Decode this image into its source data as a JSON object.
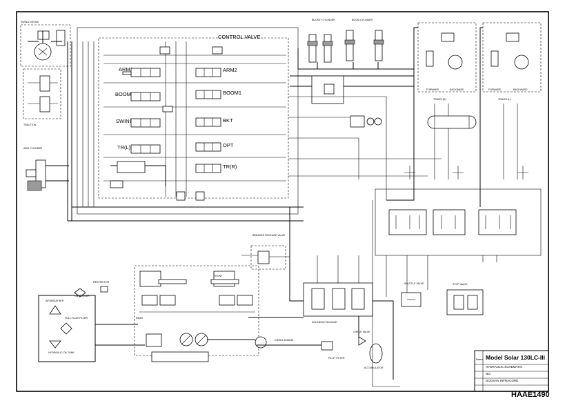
{
  "control_valve": {
    "title": "CONTROL VALVE",
    "sections": [
      "ARM1",
      "BOOM2",
      "SWING",
      "TR(L)",
      "ARM2",
      "BOOM1",
      "BKT",
      "OPT",
      "TR(R)"
    ]
  },
  "labels": {
    "swing_device": "SWING DEVICE",
    "bucket_cylinder": "BUCKET CYLINDER",
    "boom_cylinder": "BOOM CYLINDER",
    "forward": "FORWARD",
    "backward": "BACKWARD",
    "travel_r": "TRAVEL(R)",
    "travel_l": "TRAVEL(L)",
    "arm_cylinder": "ARM CYLINDER",
    "restrictor": "RESTRICTOR",
    "oil_cooler": "OIL COOLER",
    "air_breather": "AIR BREATHER",
    "full_flow_filter": "FULL FLOW FILTER",
    "hydraulic_oil_tank": "HYDRAULIC OIL TANK",
    "breaker_package_valve": "BREAKER PACKAGE VALVE",
    "shuttle_valve": "SHUTTLE VALVE",
    "stop_valve": "STOP VALVE",
    "solenoid_package": "SOLENOID PACKAGE",
    "check_valve": "CHECK VALVE",
    "accumulator": "ACCUMULATOR",
    "pilot_filter": "PILOT FILTER",
    "front": "FRONT",
    "rear": "REAR",
    "diesel_engine": "DIESEL ENGINE"
  },
  "title_block": {
    "name_label": "Name",
    "model": "Model Solar 130LC-III",
    "drawing_title": "HYDRAULIC SCHEMATIC",
    "no_label": "NO.",
    "company": "DOOSAN INFRACORE"
  },
  "drawing_code": "HAAE1490"
}
